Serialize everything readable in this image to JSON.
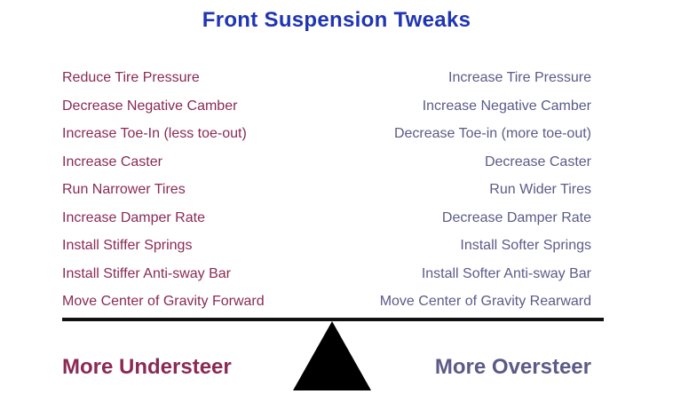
{
  "title": "Front Suspension Tweaks",
  "left_items": [
    "Reduce Tire Pressure",
    "Decrease Negative Camber",
    "Increase Toe-In (less toe-out)",
    "Increase Caster",
    "Run Narrower Tires",
    "Increase Damper Rate",
    "Install Stiffer Springs",
    "Install Stiffer Anti-sway Bar",
    "Move Center of Gravity Forward"
  ],
  "right_items": [
    "Increase Tire Pressure",
    "Increase Negative Camber",
    "Decrease Toe-in (more toe-out)",
    "Decrease Caster",
    "Run Wider Tires",
    "Decrease Damper Rate",
    "Install Softer Springs",
    "Install Softer Anti-sway Bar",
    "Move Center of Gravity Rearward"
  ],
  "left_label": "More Understeer",
  "right_label": "More Oversteer",
  "colors": {
    "title": "#1f35b3",
    "understeer": "#8a2a55",
    "oversteer": "#5b5b88",
    "seesaw": "#111111"
  },
  "icons": {
    "fulcrum": "triangle-fulcrum-icon"
  }
}
